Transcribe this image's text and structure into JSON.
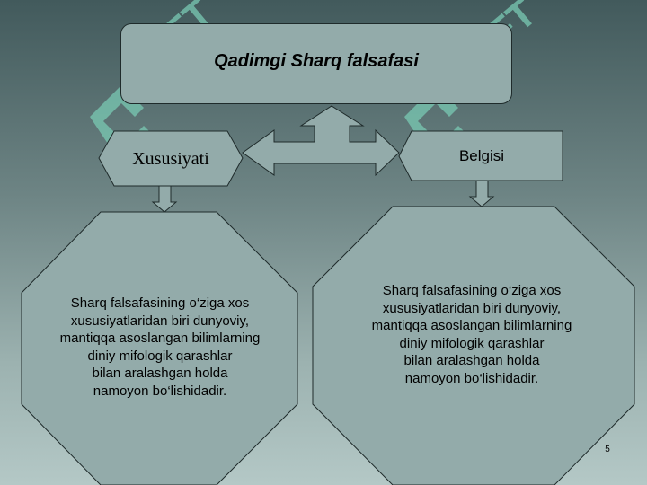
{
  "slide": {
    "title": "Qadimgi Sharq falsafasi",
    "left_label": "Xususiyati",
    "right_label": "Belgisi",
    "left_body": [
      "Sharq falsafasining o‘ziga xos",
      "xususiyatlaridan biri dunyoviy,",
      "mantiqqa asoslangan bilimlarning",
      "diniy mifologik qarashlar",
      "bilan aralashgan holda",
      "namoyon bo‘lishidadir."
    ],
    "right_body": [
      "Sharq falsafasining o‘ziga xos",
      "xususiyatlaridan biri dunyoviy,",
      "mantiqqa asoslangan bilimlarning",
      "diniy mifologik qarashlar",
      "bilan aralashgan holda",
      "namoyon bo‘lishidadir."
    ],
    "page_number": "5"
  },
  "colors": {
    "shape_fill": "#93abaa",
    "shape_stroke": "#1f2b2b",
    "watermark": "#79c9b3"
  },
  "watermark_text": "SOFT"
}
